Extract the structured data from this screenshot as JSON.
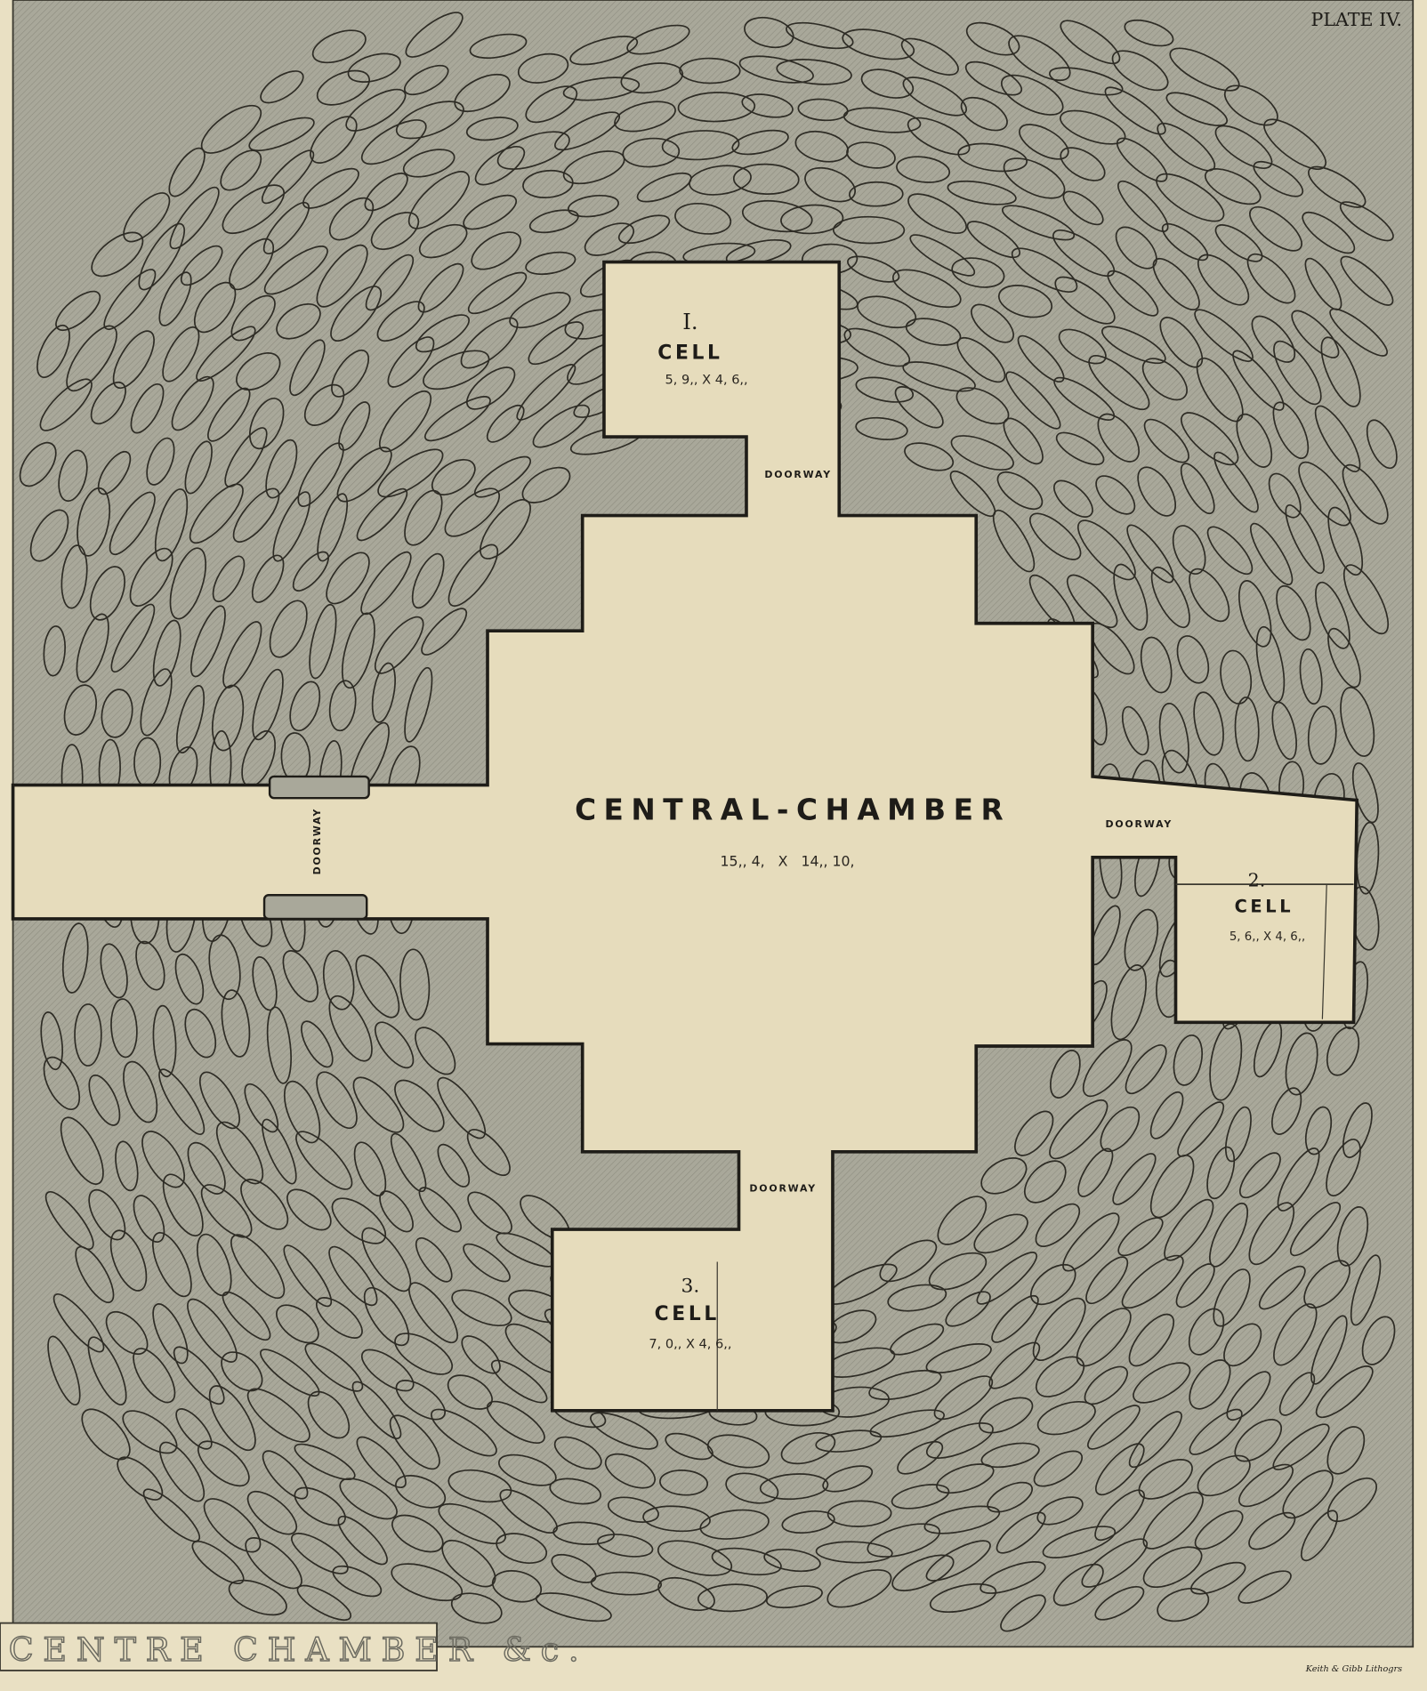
{
  "plate": {
    "label": "PLATE IV."
  },
  "central_chamber": {
    "title": "CENTRAL-CHAMBER",
    "dimensions": "15,, 4,   X   14,, 10,"
  },
  "cells": [
    {
      "number": "I.",
      "label": "CELL",
      "dimensions": "5, 9,,  X  4, 6,,"
    },
    {
      "number": "2.",
      "label": "CELL",
      "dimensions": "5, 6,,  X  4, 6,,"
    },
    {
      "number": "3.",
      "label": "CELL",
      "dimensions": "7, 0,,  X  4, 6,,"
    }
  ],
  "doorways": {
    "north": "DOORWAY",
    "east": "DOORWAY",
    "west": "DOORWAY",
    "south": "DOORWAY"
  },
  "caption": "CENTRE CHAMBER &c.",
  "credit": "Keith & Gibb Lithogrs",
  "colors": {
    "paper": "#e9e0c3",
    "stone": "#a7a698",
    "floor": "#e6dcbc",
    "ink": "#1e1c18"
  }
}
